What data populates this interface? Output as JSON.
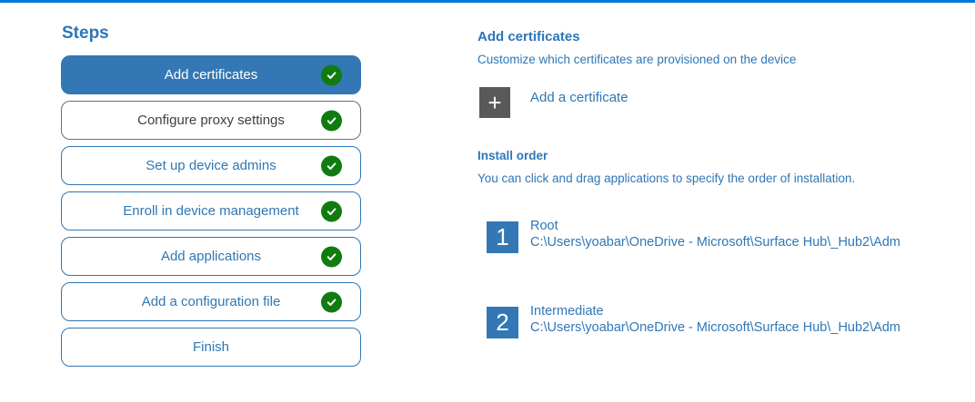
{
  "accent": {
    "top_bar_color": "#0078d7",
    "primary_blue": "#3378b5",
    "link_blue": "#2e77b5",
    "check_green": "#107c10",
    "plus_gray": "#595959"
  },
  "steps_panel": {
    "title": "Steps",
    "items": [
      {
        "label": "Add certificates",
        "state": "selected",
        "checked": true
      },
      {
        "label": "Configure proxy settings",
        "state": "hover",
        "checked": true
      },
      {
        "label": "Set up device admins",
        "state": "normal",
        "checked": true
      },
      {
        "label": "Enroll in device management",
        "state": "normal",
        "checked": true
      },
      {
        "label": "Add applications",
        "state": "normal",
        "checked": true
      },
      {
        "label": "Add a configuration file",
        "state": "normal",
        "checked": true
      },
      {
        "label": "Finish",
        "state": "normal",
        "checked": false
      }
    ]
  },
  "content": {
    "section_title": "Add certificates",
    "section_subtitle": "Customize which certificates are provisioned on the device",
    "add_button_label": "Add a certificate",
    "plus_glyph": "+",
    "install_order": {
      "title": "Install order",
      "subtitle": "You can click and drag applications to specify the order of installation.",
      "items": [
        {
          "number": "1",
          "name": "Root",
          "path": "C:\\Users\\yoabar\\OneDrive - Microsoft\\Surface Hub\\_Hub2\\Adm"
        },
        {
          "number": "2",
          "name": "Intermediate",
          "path": "C:\\Users\\yoabar\\OneDrive - Microsoft\\Surface Hub\\_Hub2\\Adm"
        }
      ]
    }
  }
}
